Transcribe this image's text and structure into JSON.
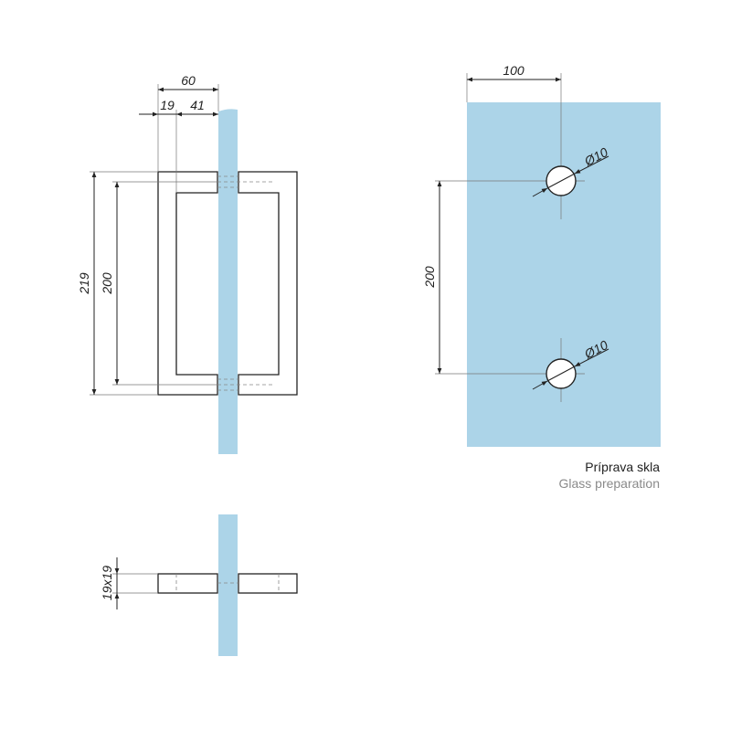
{
  "colors": {
    "glass": "#acd4e8",
    "line": "#222222",
    "caption_secondary": "#8a8a8a"
  },
  "front_view": {
    "dim_total_width": "60",
    "dim_bar": "19",
    "dim_gap": "41",
    "dim_height_total": "219",
    "dim_hole_spacing": "200"
  },
  "section_view": {
    "dim_profile": "19x19"
  },
  "glass_preparation": {
    "dim_edge_offset": "100",
    "dim_hole_spacing": "200",
    "hole_diameter_top": "Ø10",
    "hole_diameter_bottom": "Ø10",
    "caption_local": "Príprava skla",
    "caption_en": "Glass preparation"
  }
}
